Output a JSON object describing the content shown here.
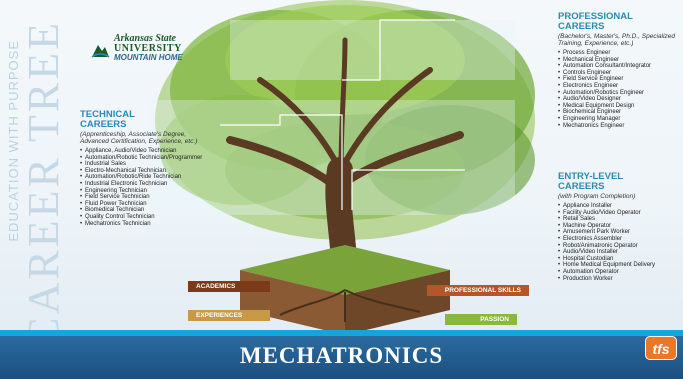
{
  "left_slogan": {
    "small": "EDUCATION WITH PURPOSE",
    "big": "CAREER TREE"
  },
  "logo": {
    "line1": "Arkansas State",
    "line2": "UNIVERSITY",
    "line3": "MOUNTAIN HOME"
  },
  "technical": {
    "title1": "TECHNICAL",
    "title2": "CAREERS",
    "subtitle": "(Apprenticeship, Associate's Degree, Advanced Certification, Experience, etc.)",
    "items": [
      "Appliance, Audio/Video Technician",
      "Automation/Robotic Technician/Programmer",
      "Industrial Sales",
      "Electro-Mechanical Technician",
      "Automation/Robotic/Ride Technician",
      "Industrial Electronic Technician",
      "Engineering Technician",
      "Field Service Technician",
      "Fluid Power Technician",
      "Biomedical Technician",
      "Quality Control Technician",
      "Mechatronics Technician"
    ]
  },
  "professional": {
    "title1": "PROFESSIONAL",
    "title2": "CAREERS",
    "subtitle": "(Bachelor's, Master's, Ph.D., Specialized Training, Experience, etc.)",
    "items": [
      "Process Engineer",
      "Mechanical Engineer",
      "Automation Consultant/Integrator",
      "Controls Engineer",
      "Field Service Engineer",
      "Electronics Engineer",
      "Automation/Robotics Engineer",
      "Audio/Video Designer",
      "Medical Equipment Design",
      "Biochemical Engineer",
      "Engineering Manager",
      "Mechatronics Engineer"
    ]
  },
  "entry": {
    "title1": "ENTRY-LEVEL",
    "title2": "CAREERS",
    "subtitle": "(with Program Completion)",
    "items": [
      "Appliance Installer",
      "Facility Audio/Video Operator",
      "Retail Sales",
      "Machine Operator",
      "Amusement Park Worker",
      "Electronics Assembler",
      "Robot/Animatronic Operator",
      "Audio/Video Installer",
      "Hospital Custodian",
      "Home Medical Equipment Delivery",
      "Automation Operator",
      "Production Worker"
    ]
  },
  "roots": {
    "academics": "ACADEMICS",
    "experiences": "EXPERIENCES",
    "professional_skills": "PROFESSIONAL SKILLS",
    "passion": "PASSION"
  },
  "banner": {
    "title": "MECHATRONICS",
    "badge": "tfs"
  },
  "colors": {
    "banner": "#1b4f80",
    "accent": "#2a8bb3",
    "leaf": "#7fb33a",
    "trunk": "#5a3a22"
  }
}
